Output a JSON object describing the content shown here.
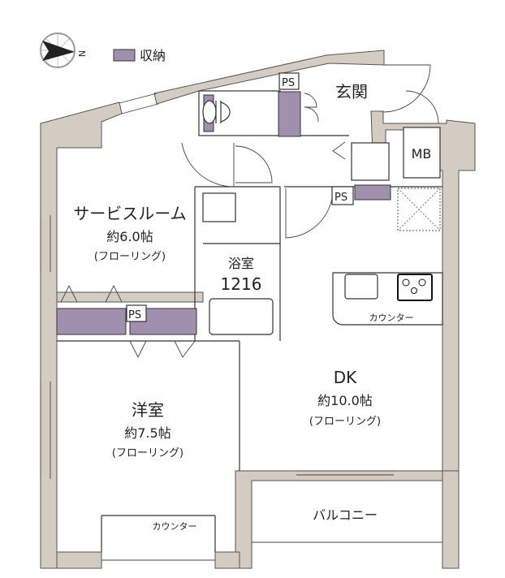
{
  "legend": {
    "storage_label": "収納",
    "compass_label": "N"
  },
  "colors": {
    "wall": "#d4cbc2",
    "storage": "#a190ad"
  },
  "rooms": {
    "service_room": {
      "name": "サービスルーム",
      "size": "約6.0帖",
      "floor": "(フローリング)"
    },
    "bath": {
      "name": "浴室",
      "size": "1216"
    },
    "entrance": {
      "name": "玄関"
    },
    "mb": {
      "name": "MB"
    },
    "ps": [
      "PS",
      "PS",
      "PS"
    ],
    "dk": {
      "name": "DK",
      "size": "約10.0帖",
      "floor": "(フローリング)"
    },
    "western": {
      "name": "洋室",
      "size": "約7.5帖",
      "floor": "(フローリング)"
    },
    "balcony": {
      "name": "バルコニー"
    },
    "counter_kitchen": "カウンター",
    "counter_western": "カウンター"
  }
}
